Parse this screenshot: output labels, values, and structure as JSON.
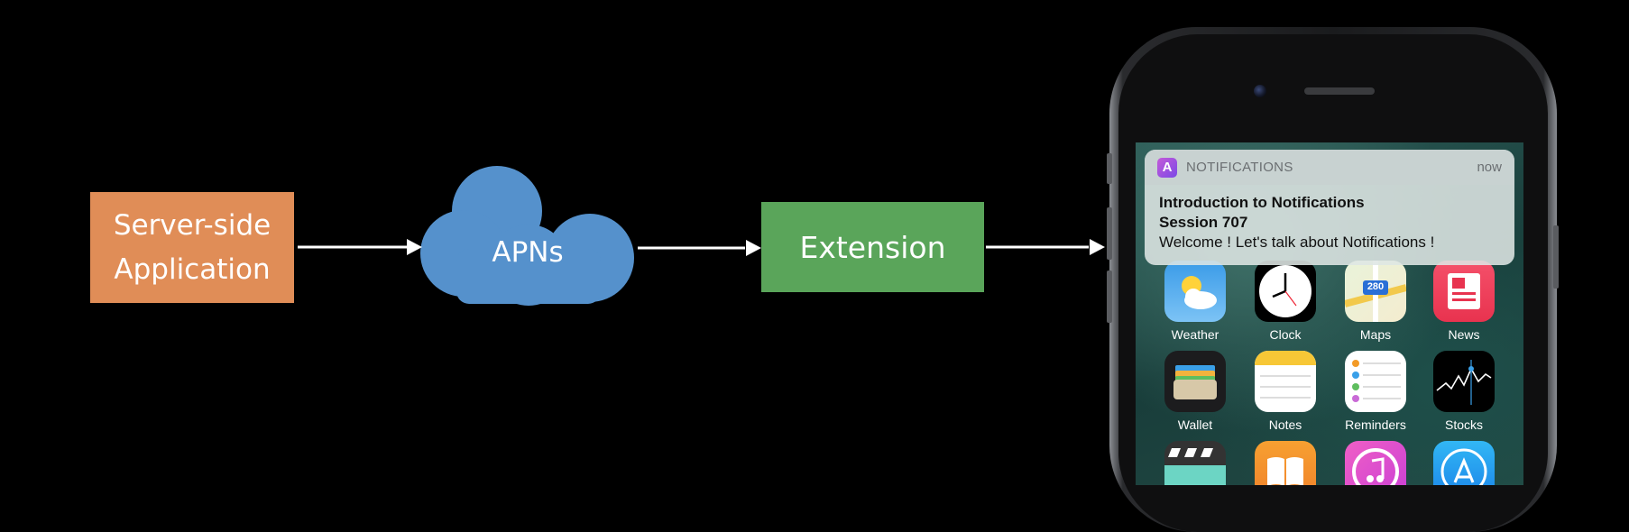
{
  "diagram": {
    "server": {
      "line1": "Server-side",
      "line2": "Application"
    },
    "cloud": {
      "label": "APNs"
    },
    "extension": {
      "label": "Extension"
    }
  },
  "notification": {
    "app_name": "NOTIFICATIONS",
    "time": "now",
    "title": "Introduction to Notifications",
    "subtitle": "Session 707",
    "body": "Welcome ! Let's talk about Notifications !"
  },
  "home_apps": [
    {
      "label": "Weather",
      "icon": "weather-icon"
    },
    {
      "label": "Clock",
      "icon": "clock-icon"
    },
    {
      "label": "Maps",
      "icon": "maps-icon"
    },
    {
      "label": "News",
      "icon": "news-icon"
    },
    {
      "label": "Wallet",
      "icon": "wallet-icon"
    },
    {
      "label": "Notes",
      "icon": "notes-icon"
    },
    {
      "label": "Reminders",
      "icon": "reminders-icon"
    },
    {
      "label": "Stocks",
      "icon": "stocks-icon"
    },
    {
      "label": "",
      "icon": "clapper-icon"
    },
    {
      "label": "",
      "icon": "ibooks-icon"
    },
    {
      "label": "",
      "icon": "itunes-icon"
    },
    {
      "label": "",
      "icon": "appstore-icon"
    }
  ],
  "maps_badge": "280",
  "colors": {
    "server": "#e08d57",
    "cloud": "#5591cc",
    "extension": "#5aa55a",
    "arrow": "#ffffff"
  }
}
